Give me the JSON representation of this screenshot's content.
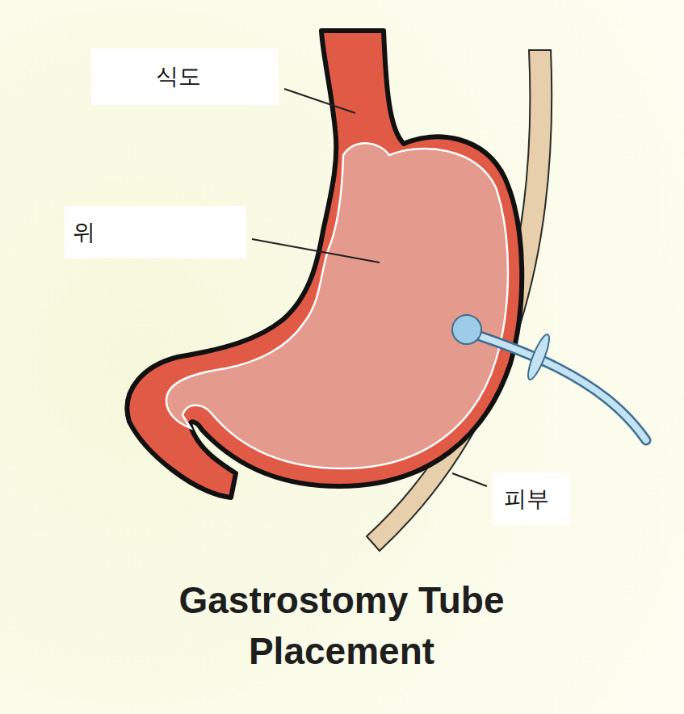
{
  "diagram": {
    "title": "Gastrostomy Tube Placement",
    "labels": [
      "식도",
      "위",
      "피부"
    ]
  }
}
